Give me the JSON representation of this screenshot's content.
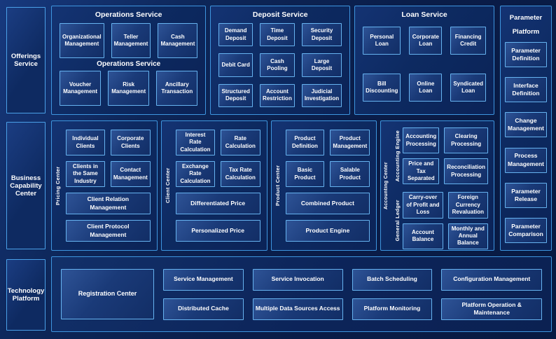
{
  "labels": {
    "offerings": "Offerings Service",
    "business": "Business Capability Center",
    "technology": "Technology Platform"
  },
  "colors": {
    "background": "#0A1D49",
    "group_border": "#3E96E0",
    "box_border": "#66B3F0",
    "box_fill": "#1A3A78",
    "text": "#FFFFFF"
  },
  "ops": {
    "title": "Operations Service",
    "mid_title": "Operations Service",
    "boxes": [
      "Organizational Management",
      "Teller Management",
      "Cash Management",
      "Voucher Management",
      "Risk Management",
      "Ancillary Transaction"
    ]
  },
  "deposit": {
    "title": "Deposit Service",
    "boxes": [
      "Demand Deposit",
      "Time Deposit",
      "Security Deposit",
      "Debit Card",
      "Cash Pooling",
      "Large Deposit",
      "Structured Deposit",
      "Account Restriction",
      "Judicial Investigation"
    ]
  },
  "loan": {
    "title": "Loan Service",
    "boxes": [
      "Personal Loan",
      "Corporate Loan",
      "Financing Credit",
      "Bill Discounting",
      "Online Loan",
      "Syndicated Loan"
    ]
  },
  "param": {
    "title": "Parameter Platform",
    "boxes": [
      "Parameter Definition",
      "Interface Definition",
      "Change Management",
      "Process Management",
      "Parameter Release",
      "Parameter Comparison"
    ]
  },
  "pricing": {
    "vlabel": "Pricing Center",
    "boxes": [
      "Individual Clients",
      "Corporate Clients",
      "Clients in the Same Industry",
      "Contact Management"
    ],
    "wide": [
      "Client Relation Management",
      "Client Protocol Management"
    ]
  },
  "client": {
    "vlabel": "Client Center",
    "boxes": [
      "Interest Rate Calculation",
      "Rate Calculation",
      "Exchange Rate Calculation",
      "Tax Rate Calculation"
    ],
    "wide": [
      "Differentiated Price",
      "Personalized Price"
    ]
  },
  "product": {
    "vlabel": "Product Center",
    "boxes": [
      "Product Definition",
      "Product Management",
      "Basic Product",
      "Salable Product"
    ],
    "wide": [
      "Combined Product",
      "Product Engine"
    ]
  },
  "accounting": {
    "vlabel": "Accounting Center",
    "engine": {
      "vlabel": "Accounting Engine",
      "boxes": [
        "Accounting Processing",
        "Clearing Processing",
        "Price and Tax Separated",
        "Reconciliation Processing"
      ]
    },
    "ledger": {
      "vlabel": "General Ledger",
      "boxes": [
        "Carry-over of Profit and Loss",
        "Foreign Currency Revaluation",
        "Account Balance",
        "Monthly and Annual Balance"
      ]
    }
  },
  "tech": {
    "registration": "Registration Center",
    "top": [
      "Service Management",
      "Service Invocation",
      "Batch Scheduling",
      "Configuration Management"
    ],
    "bottom": [
      "Distributed Cache",
      "Multiple Data Sources Access",
      "Platform Monitoring",
      "Platform Operation & Maintenance"
    ]
  }
}
